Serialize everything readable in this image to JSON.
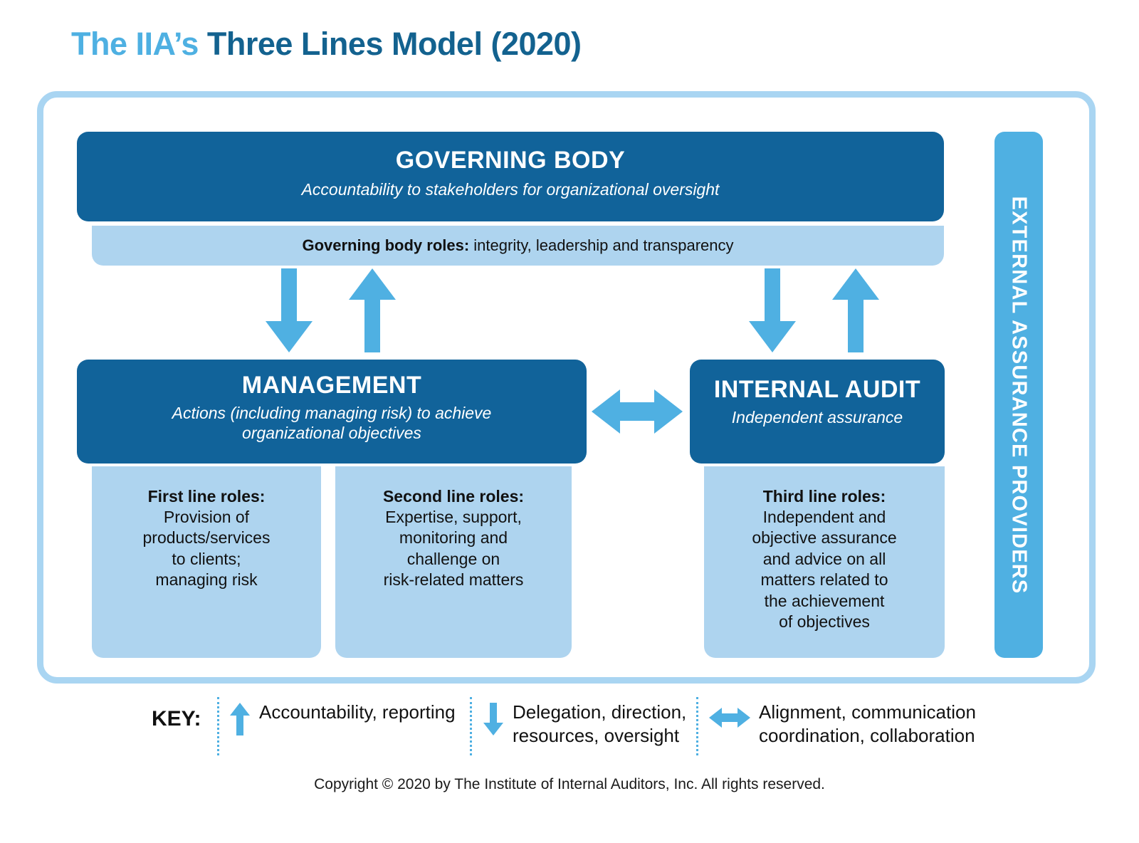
{
  "title": {
    "part_light": "The IIA’s ",
    "part_dark": "Three Lines Model (2020)"
  },
  "colors": {
    "dark_blue": "#11639a",
    "light_blue": "#aed4ef",
    "accent_blue": "#4fb0e2",
    "frame_blue": "#a9d5f2",
    "title_light": "#4eb0e2",
    "title_dark": "#13628f"
  },
  "governing_body": {
    "heading": "GOVERNING BODY",
    "subtitle": "Accountability to stakeholders for organizational oversight",
    "roles_label": "Governing body roles:",
    "roles_text": " integrity, leadership and transparency"
  },
  "management": {
    "heading": "MANAGEMENT",
    "subtitle": "Actions (including managing risk) to achieve organizational objectives",
    "first_line": {
      "title": "First line roles:",
      "body": "Provision of\nproducts/services\nto clients;\nmanaging risk"
    },
    "second_line": {
      "title": "Second line roles:",
      "body": "Expertise, support,\nmonitoring and\nchallenge on\nrisk-related matters"
    }
  },
  "internal_audit": {
    "heading": "INTERNAL AUDIT",
    "subtitle": "Independent assurance",
    "third_line": {
      "title": "Third line roles:",
      "body": "Independent and\nobjective assurance\nand advice on all\nmatters related to\nthe achievement\nof objectives"
    }
  },
  "external_assurance": {
    "label": "EXTERNAL ASSURANCE PROVIDERS"
  },
  "key": {
    "label": "KEY:",
    "items": [
      {
        "icon": "arrow-up-icon",
        "text": "Accountability, reporting"
      },
      {
        "icon": "arrow-down-icon",
        "text": "Delegation, direction,\nresources, oversight"
      },
      {
        "icon": "arrow-left-right-icon",
        "text": "Alignment, communication\ncoordination, collaboration"
      }
    ]
  },
  "footer": {
    "copyright": "Copyright © 2020 by The Institute of Internal Auditors, Inc. All rights reserved."
  }
}
